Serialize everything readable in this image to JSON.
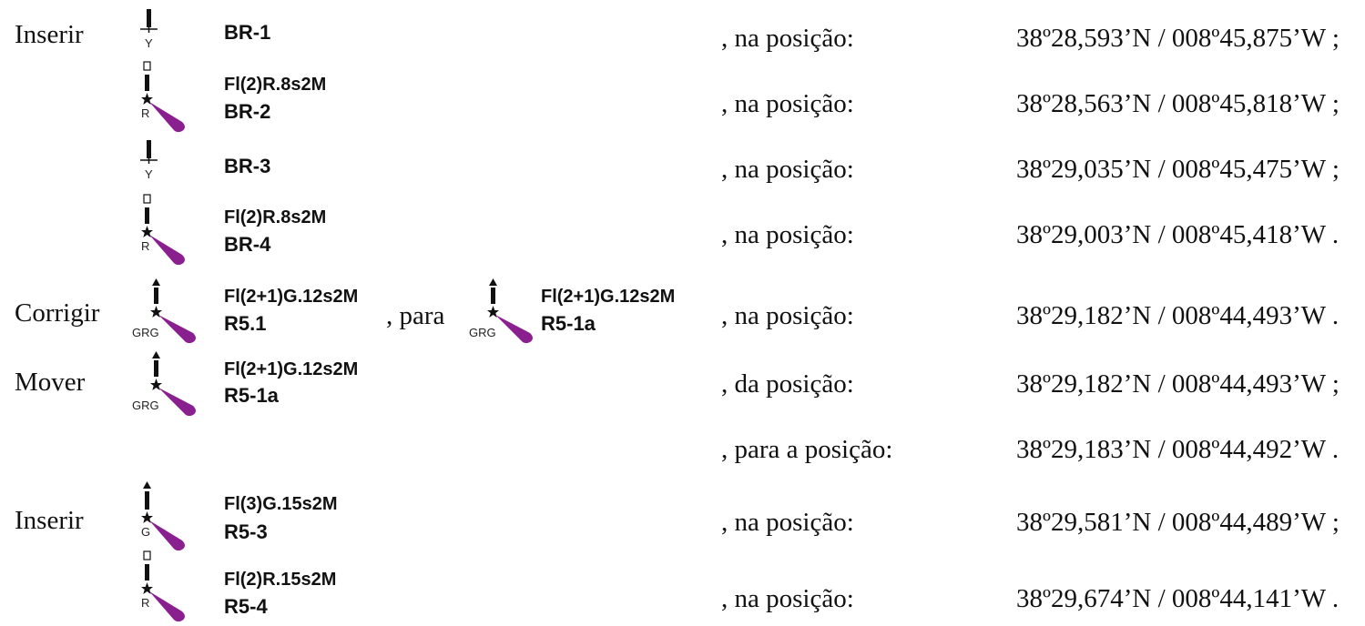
{
  "entries": [
    {
      "action": "Inserir",
      "symbol": "yellow-buoy-topmark-icon",
      "light": "",
      "name": "BR-1",
      "position_label": ", na posição:",
      "coords": "38º28,593’N / 008º45,875’W ;"
    },
    {
      "action": "",
      "symbol": "red-light-buoy-icon",
      "light": "Fl(2)R.8s2M",
      "name": "BR-2",
      "position_label": ", na posição:",
      "coords": "38º28,563’N / 008º45,818’W ;"
    },
    {
      "action": "",
      "symbol": "yellow-buoy-topmark-icon",
      "light": "",
      "name": "BR-3",
      "position_label": ", na posição:",
      "coords": "38º29,035’N / 008º45,475’W ;"
    },
    {
      "action": "",
      "symbol": "red-light-buoy-icon",
      "light": "Fl(2)R.8s2M",
      "name": "BR-4",
      "position_label": ", na posição:",
      "coords": "38º29,003’N / 008º45,418’W ."
    },
    {
      "action": "Corrigir",
      "symbol": "grg-light-buoy-icon",
      "light": "Fl(2+1)G.12s2M",
      "name": "R5.1",
      "connector": ", para",
      "new_symbol": "grg-light-buoy-icon",
      "new_light": "Fl(2+1)G.12s2M",
      "new_name": "R5-1a",
      "position_label": ", na posição:",
      "coords": "38º29,182’N / 008º44,493’W ."
    },
    {
      "action": "Mover",
      "symbol": "grg-light-buoy-icon",
      "light": "Fl(2+1)G.12s2M",
      "name": "R5-1a",
      "position_label": ", da posição:",
      "coords": "38º29,182’N / 008º44,493’W ;"
    },
    {
      "action": "",
      "symbol": "",
      "light": "",
      "name": "",
      "position_label": ", para a posição:",
      "coords": "38º29,183’N / 008º44,492’W ."
    },
    {
      "action": "Inserir",
      "symbol": "green-light-buoy-icon",
      "light": "Fl(3)G.15s2M",
      "name": "R5-3",
      "position_label": ", na posição:",
      "coords": "38º29,581’N / 008º44,489’W ;"
    },
    {
      "action": "",
      "symbol": "red-light-buoy-icon",
      "light": "Fl(2)R.15s2M",
      "name": "R5-4",
      "position_label": ", na posição:",
      "coords": "38º29,674’N / 008º44,141’W ."
    }
  ],
  "symbol_letters": {
    "yellow": "Y",
    "red": "R",
    "green": "G",
    "grg": "GRG"
  },
  "colors": {
    "light_flare": "#8a1f8f",
    "text": "#111111"
  }
}
